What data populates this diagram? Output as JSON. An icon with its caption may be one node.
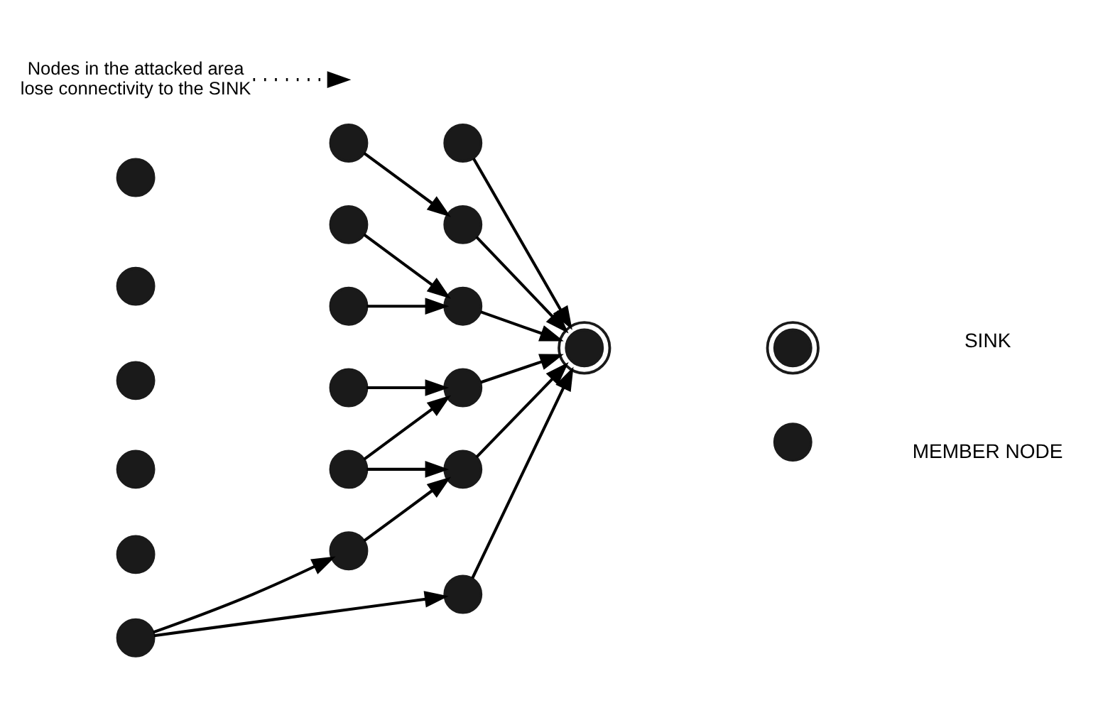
{
  "diagram": {
    "nodes": [
      {
        "text": [],
        "shape": "circle"
      },
      {
        "text": [],
        "shape": "circle"
      },
      {
        "text": [],
        "shape": "circle"
      },
      {
        "text": [],
        "shape": "circle"
      },
      {
        "text": [],
        "shape": "circle"
      },
      {
        "text": [],
        "shape": "circle"
      },
      {
        "text": [],
        "shape": "circle"
      },
      {
        "text": [],
        "shape": "circle"
      },
      {
        "text": [],
        "shape": "circle"
      },
      {
        "text": [],
        "shape": "circle"
      },
      {
        "text": [],
        "shape": "circle"
      },
      {
        "text": [],
        "shape": "circle"
      },
      {
        "text": [],
        "shape": "circle"
      },
      {
        "text": [],
        "shape": "circle"
      },
      {
        "text": [],
        "shape": "circle"
      },
      {
        "text": [],
        "shape": "circle"
      },
      {
        "text": [],
        "shape": "circle"
      },
      {
        "text": [],
        "shape": "circle"
      },
      {
        "text": [],
        "shape": "circle"
      },
      {
        "text": [
          "Nodes in the attacked area lose connectivity to the SINK"
        ]
      },
      {
        "text": [],
        "shape": "circle"
      },
      {
        "text": [],
        "shape": "circle"
      }
    ],
    "edges": [
      {
        "from": 0,
        "to": 4,
        "arrow": "to"
      },
      {
        "from": 1,
        "to": 5,
        "arrow": "to"
      },
      {
        "from": 2,
        "to": 6,
        "arrow": "to"
      },
      {
        "from": 5,
        "to": 6,
        "arrow": "to"
      },
      {
        "from": 4,
        "to": 6,
        "arrow": "to"
      },
      {
        "from": 7,
        "to": 4,
        "arrow": "to"
      },
      {
        "from": 7,
        "to": 11,
        "arrow": "to"
      },
      {
        "from": 11,
        "to": 6,
        "arrow": "to"
      },
      {
        "from": 10,
        "to": 6,
        "arrow": "to"
      },
      {
        "from": 17,
        "to": 10,
        "arrow": "to"
      },
      {
        "from": 16,
        "to": 10,
        "arrow": "to"
      },
      {
        "from": 14,
        "to": 6,
        "arrow": "to"
      },
      {
        "from": 18,
        "to": 14,
        "arrow": "to"
      },
      {
        "from": 18,
        "to": 15,
        "arrow": "to"
      },
      {
        "from": 15,
        "to": 11,
        "arrow": "to"
      },
      {
        "from": 19,
        "to": null,
        "arrow": "to",
        "style": "dashed"
      }
    ],
    "legend": [
      {
        "text": "SINK"
      },
      {
        "text": "MEMBER NODE"
      }
    ]
  }
}
